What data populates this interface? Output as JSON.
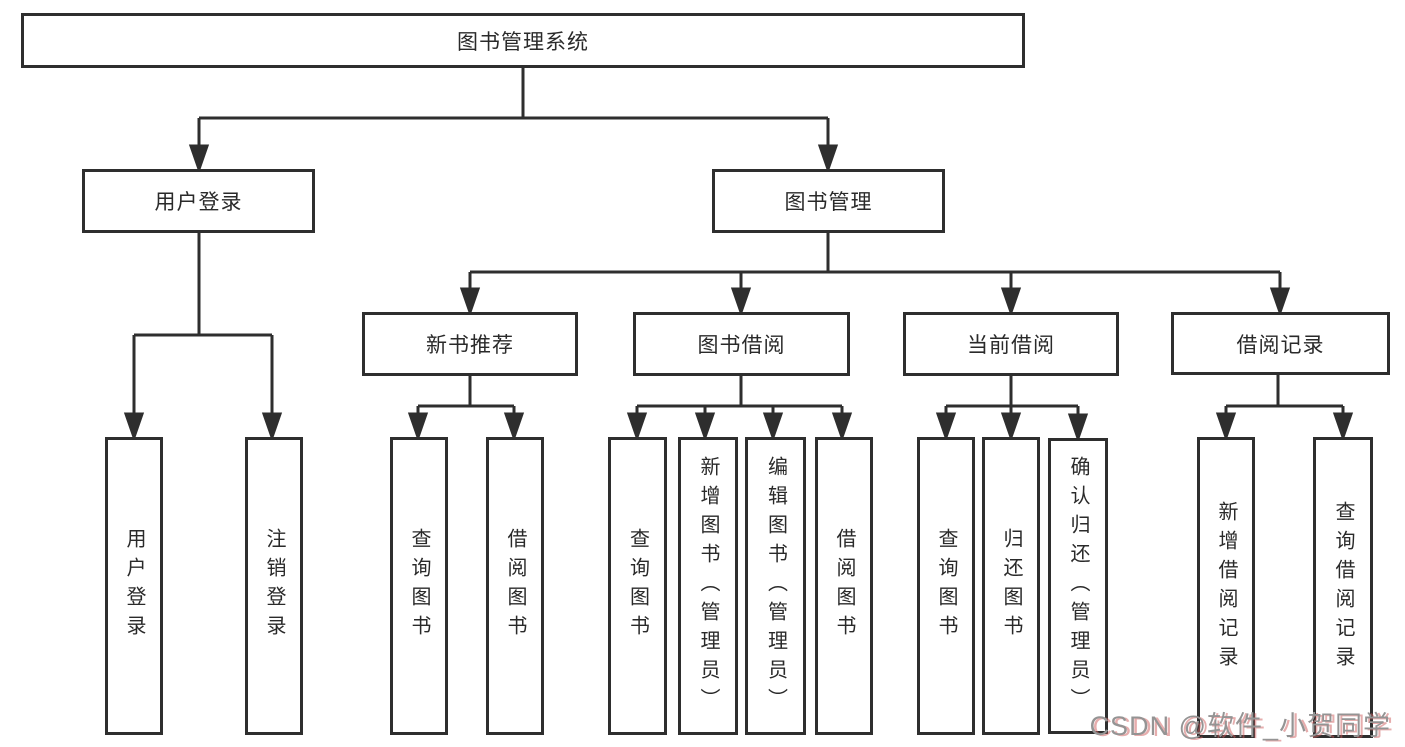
{
  "diagram": {
    "root": "图书管理系统",
    "children": [
      {
        "label": "用户登录",
        "children": [
          "用户登录",
          "注销登录"
        ]
      },
      {
        "label": "图书管理",
        "children": [
          {
            "label": "新书推荐",
            "children": [
              "查询图书",
              "借阅图书"
            ]
          },
          {
            "label": "图书借阅",
            "children": [
              "查询图书",
              "新增图书（管理员）",
              "编辑图书（管理员）",
              "借阅图书"
            ]
          },
          {
            "label": "当前借阅",
            "children": [
              "查询图书",
              "归还图书",
              "确认归还（管理员）"
            ]
          },
          {
            "label": "借阅记录",
            "children": [
              "新增借阅记录",
              "查询借阅记录"
            ]
          }
        ]
      }
    ]
  },
  "watermark": {
    "text": "CSDN @软件_小贺同学"
  },
  "colors": {
    "line": "#2e2e2e",
    "box_border": "#2e2e2e",
    "text": "#2a2a2a",
    "background": "#ffffff",
    "watermark_gray": "#949494",
    "watermark_red": "#cd5c5c"
  }
}
